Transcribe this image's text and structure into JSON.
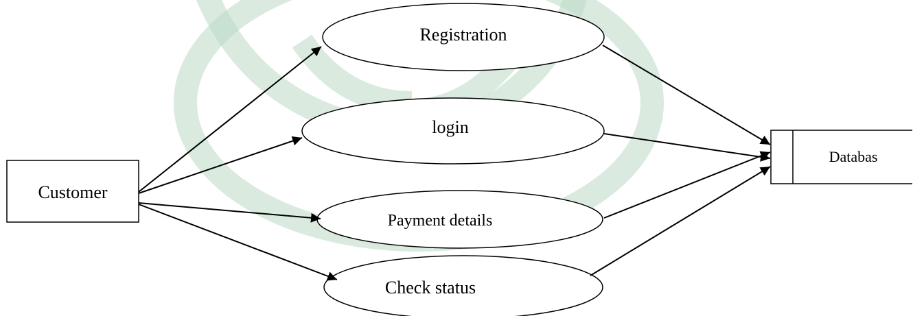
{
  "diagram": {
    "actor": {
      "label": "Customer"
    },
    "processes": [
      {
        "id": "registration",
        "label": "Registration"
      },
      {
        "id": "login",
        "label": "login"
      },
      {
        "id": "payment",
        "label": "Payment details"
      },
      {
        "id": "status",
        "label": "Check status"
      }
    ],
    "datastore": {
      "label": "Databas"
    }
  },
  "colors": {
    "ink": "#000000",
    "watermark": "#bcd9c4",
    "background": "#ffffff"
  }
}
